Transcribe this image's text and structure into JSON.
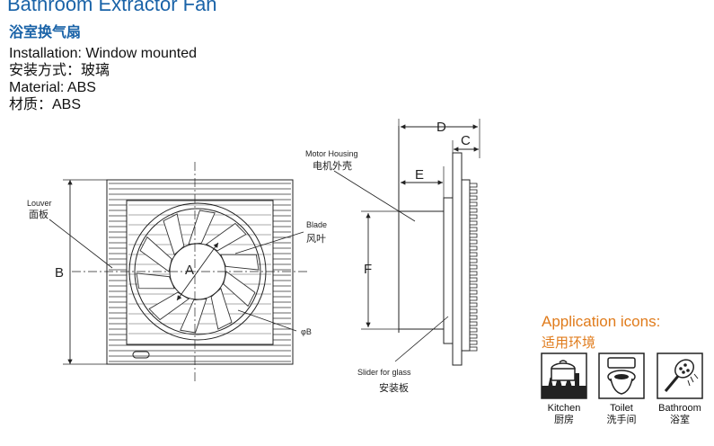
{
  "title": "Bathroom Extractor Fan",
  "title_cn": "浴室换气扇",
  "specs": [
    "Installation: Window mounted",
    "安装方式：玻璃",
    "Material: ABS",
    "材质：ABS"
  ],
  "front_view": {
    "louver_en": "Louver",
    "louver_cn": "面板",
    "blade_en": "Blade",
    "blade_cn": "风叶",
    "dim_a": "A",
    "dim_b": "B",
    "phi_b": "φB"
  },
  "side_view": {
    "motor_en": "Motor Housing",
    "motor_cn": "电机外壳",
    "slider_en": "Slider for glass",
    "slider_cn": "安装板",
    "dim_c": "C",
    "dim_d": "D",
    "dim_e": "E",
    "dim_f": "F"
  },
  "applications": {
    "title": "Application icons:",
    "title_cn": "适用环境",
    "items": [
      {
        "icon": "kitchen-icon",
        "label_en": "Kitchen",
        "label_cn": "厨房"
      },
      {
        "icon": "toilet-icon",
        "label_en": "Toilet",
        "label_cn": "洗手间"
      },
      {
        "icon": "shower-icon",
        "label_en": "Bathroom",
        "label_cn": "浴室"
      }
    ]
  },
  "colors": {
    "title": "#1a63a8",
    "accent": "#e07b1b",
    "line": "#222222"
  }
}
